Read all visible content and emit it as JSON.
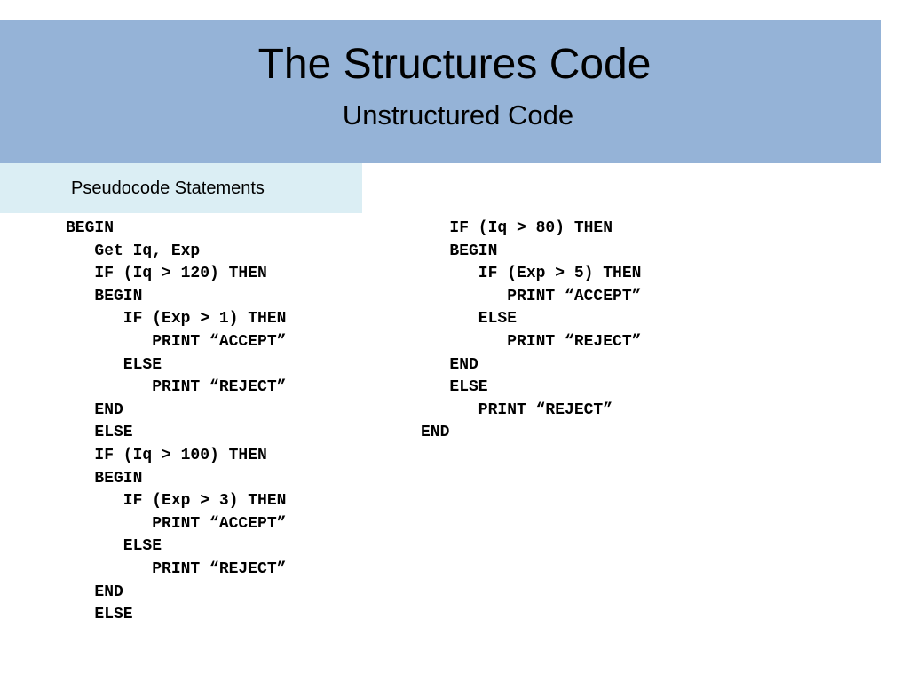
{
  "slide": {
    "title": "The Structures Code",
    "subtitle": "Unstructured Code",
    "section_label": "Pseudocode Statements"
  },
  "colors": {
    "title_banner": "#95b3d7",
    "section_tab": "#dbeef4"
  },
  "code": {
    "left_lines": [
      "BEGIN",
      "   Get Iq, Exp",
      "   IF (Iq > 120) THEN",
      "   BEGIN",
      "      IF (Exp > 1) THEN",
      "         PRINT “ACCEPT”",
      "      ELSE",
      "         PRINT “REJECT”",
      "   END",
      "   ELSE",
      "   IF (Iq > 100) THEN",
      "   BEGIN",
      "      IF (Exp > 3) THEN",
      "         PRINT “ACCEPT”",
      "      ELSE",
      "         PRINT “REJECT”",
      "   END",
      "   ELSE"
    ],
    "right_lines": [
      "   IF (Iq > 80) THEN",
      "   BEGIN",
      "      IF (Exp > 5) THEN",
      "         PRINT “ACCEPT”",
      "      ELSE",
      "         PRINT “REJECT”",
      "   END",
      "   ELSE",
      "      PRINT “REJECT”",
      "END"
    ]
  }
}
